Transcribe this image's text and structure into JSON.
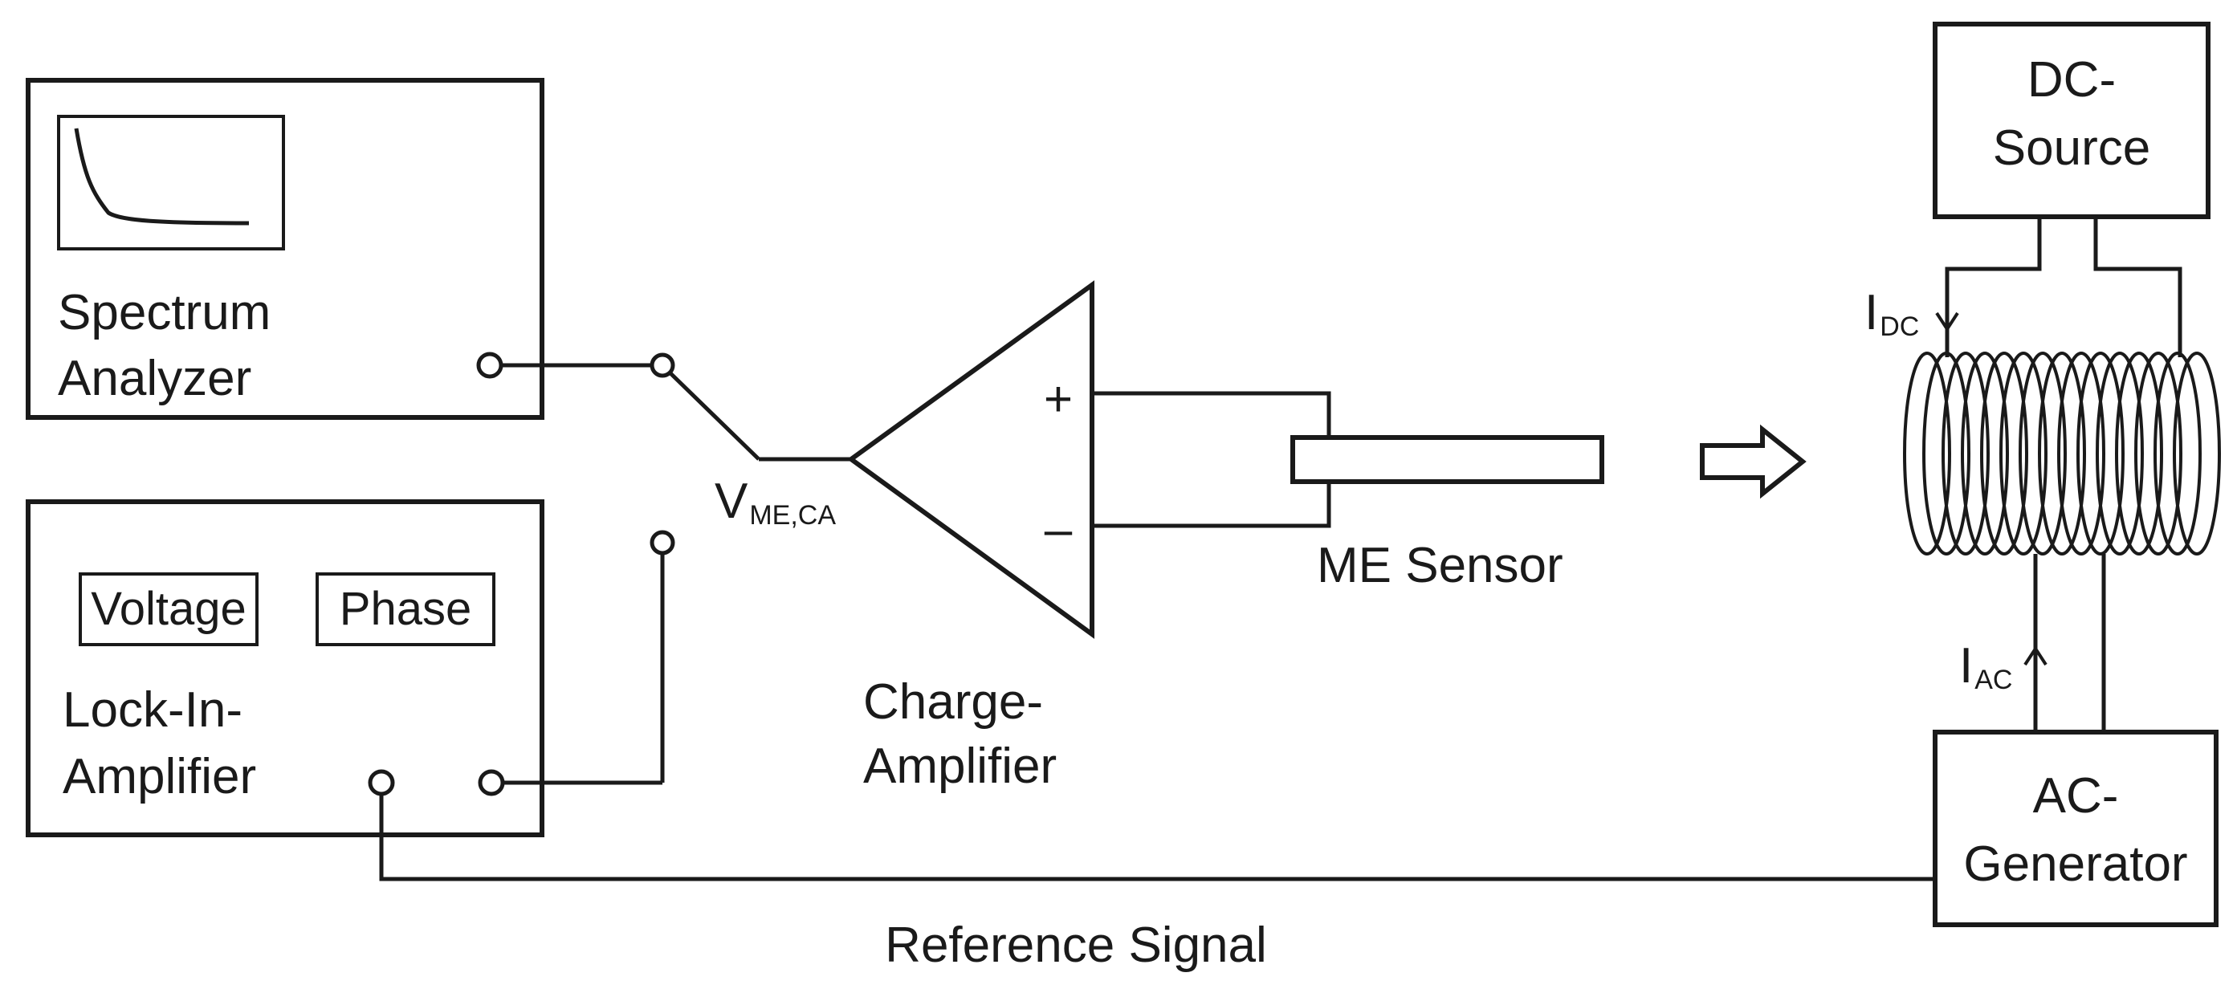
{
  "spectrum_analyzer": {
    "line1": "Spectrum",
    "line2": "Analyzer"
  },
  "lock_in": {
    "line1": "Lock-In-",
    "line2": "Amplifier",
    "voltage_label": "Voltage",
    "phase_label": "Phase"
  },
  "charge_amp": {
    "line1": "Charge-",
    "line2": "Amplifier",
    "plus": "+",
    "minus": "–"
  },
  "voltage_label": {
    "main": "V",
    "sub": "ME,CA"
  },
  "sensor": {
    "label": "ME Sensor"
  },
  "dc_source": {
    "line1": "DC-",
    "line2": "Source"
  },
  "ac_generator": {
    "line1": "AC-",
    "line2": "Generator"
  },
  "idc": {
    "main": "I",
    "sub": "DC"
  },
  "iac": {
    "main": "I",
    "sub": "AC"
  },
  "reference": {
    "label": "Reference Signal"
  }
}
